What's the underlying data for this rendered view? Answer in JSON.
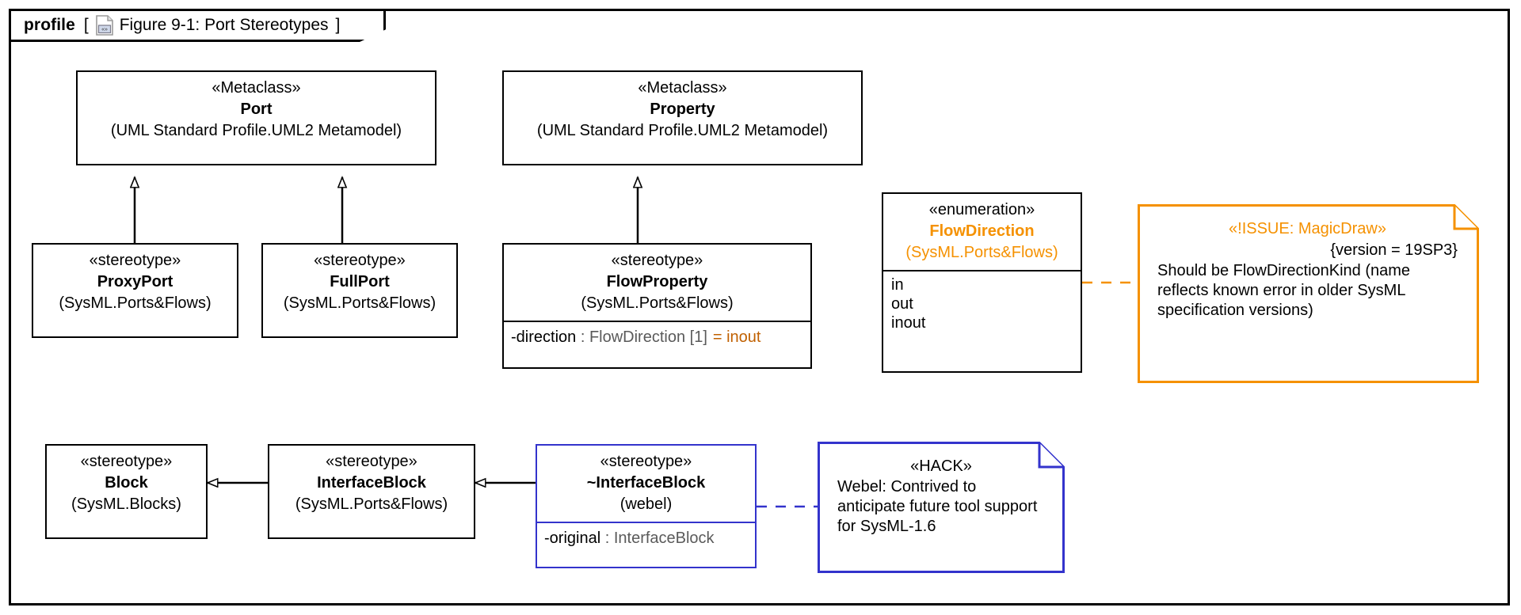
{
  "frame": {
    "kind": "profile",
    "bracket_open": "[",
    "bracket_close": "]",
    "icon": "diagram-document-icon",
    "title": "Figure 9-1: Port Stereotypes"
  },
  "colors": {
    "black": "#000000",
    "orange": "#f59100",
    "orange_text": "#c06000",
    "blue": "#3333cc",
    "gray_type": "#5a5a5a"
  },
  "boxes": {
    "port": {
      "stereotype": "«Metaclass»",
      "name": "Port",
      "qualified_name": "(UML Standard Profile.UML2 Metamodel)"
    },
    "property": {
      "stereotype": "«Metaclass»",
      "name": "Property",
      "qualified_name": "(UML Standard Profile.UML2 Metamodel)"
    },
    "proxyport": {
      "stereotype": "«stereotype»",
      "name": "ProxyPort",
      "qualified_name": "(SysML.Ports&Flows)"
    },
    "fullport": {
      "stereotype": "«stereotype»",
      "name": "FullPort",
      "qualified_name": "(SysML.Ports&Flows)"
    },
    "flowproperty": {
      "stereotype": "«stereotype»",
      "name": "FlowProperty",
      "qualified_name": "(SysML.Ports&Flows)",
      "attribute": {
        "visibility_and_name": "-direction",
        "colon": " : ",
        "type_and_multiplicity": "FlowDirection [1]",
        "default": "= inout"
      }
    },
    "flowdirection": {
      "stereotype": "«enumeration»",
      "name": "FlowDirection",
      "qualified_name": "(SysML.Ports&Flows)",
      "literals": [
        "in",
        "out",
        "inout"
      ]
    },
    "block": {
      "stereotype": "«stereotype»",
      "name": "Block",
      "qualified_name": "(SysML.Blocks)"
    },
    "interfaceblock": {
      "stereotype": "«stereotype»",
      "name": "InterfaceBlock",
      "qualified_name": "(SysML.Ports&Flows)"
    },
    "tilde_interfaceblock": {
      "stereotype": "«stereotype»",
      "name": "~InterfaceBlock",
      "qualified_name": "(webel)",
      "attribute": {
        "visibility_and_name": "-original",
        "colon": " : ",
        "type_and_multiplicity": "InterfaceBlock"
      }
    }
  },
  "notes": {
    "issue": {
      "title": "«!ISSUE: MagicDraw»",
      "version": "{version = 19SP3}",
      "body": "Should be FlowDirectionKind\n(name reflects known error in\nolder SysML specification versions)"
    },
    "hack": {
      "title": "«HACK»",
      "body": "Webel: Contrived to\nanticipate future tool\nsupport for SysML-1.6"
    }
  }
}
